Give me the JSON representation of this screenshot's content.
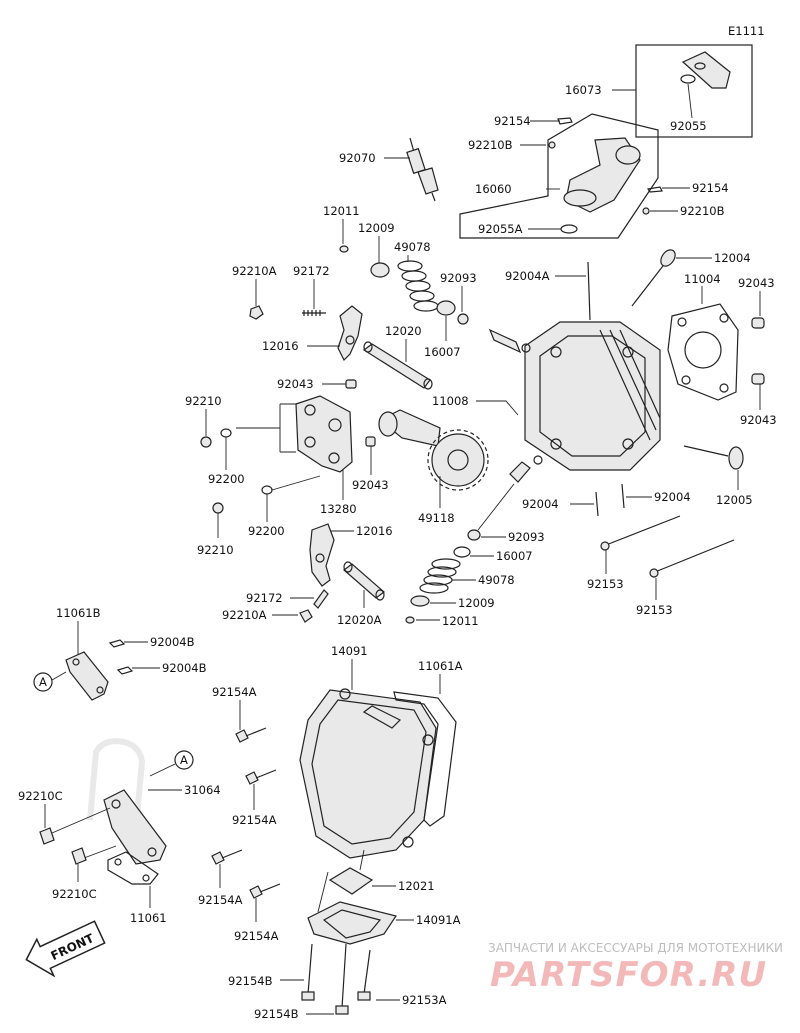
{
  "diagram_code": "E1111",
  "labels": {
    "p16073": "16073",
    "p92055": "92055",
    "p92154_a": "92154",
    "p92210B_a": "92210B",
    "p16060": "16060",
    "p92154_b": "92154",
    "p92210B_b": "92210B",
    "p92055A": "92055A",
    "p92070": "92070",
    "p12011_a": "12011",
    "p12009_a": "12009",
    "p49078_a": "49078",
    "p92210A_a": "92210A",
    "p92172_a": "92172",
    "p92093_a": "92093",
    "p92004A": "92004A",
    "p12004": "12004",
    "p11004": "11004",
    "p92043_a": "92043",
    "p12020_a": "12020",
    "p16007_a": "16007",
    "p12016_a": "12016",
    "p92043_b": "92043",
    "p92210_a": "92210",
    "p11008": "11008",
    "p92043_c": "92043",
    "p92200_a": "92200",
    "p92043_d": "92043",
    "p13280": "13280",
    "p49118": "49118",
    "p92004_a": "92004",
    "p92004_b": "92004",
    "p12005": "12005",
    "p92200_b": "92200",
    "p92210_b": "92210",
    "p12016_b": "12016",
    "p92093_b": "92093",
    "p16007_b": "16007",
    "p49078_b": "49078",
    "p92153_a": "92153",
    "p92153_b": "92153",
    "p92172_b": "92172",
    "p92210A_b": "92210A",
    "p12020A": "12020A",
    "p12009_b": "12009",
    "p12011_b": "12011",
    "p11061B": "11061B",
    "p92004B_a": "92004B",
    "p92004B_b": "92004B",
    "callout_a1": "A",
    "p14091": "14091",
    "p11061A": "11061A",
    "p92154A_a": "92154A",
    "callout_a2": "A",
    "p92210C_a": "92210C",
    "p31064": "31064",
    "p92154A_b": "92154A",
    "p92210C_b": "92210C",
    "p12021": "12021",
    "p92154A_c": "92154A",
    "p11061": "11061",
    "p14091A": "14091A",
    "p92154A_d": "92154A",
    "p92154B_a": "92154B",
    "p92153A": "92153A",
    "p92154B_b": "92154B"
  },
  "front_label": "FRONT",
  "watermark": {
    "line1": "ЗАПЧАСТИ И АКСЕССУАРЫ ДЛЯ МОТОТЕХНИКИ",
    "line2": "PARTSFOR.RU"
  }
}
